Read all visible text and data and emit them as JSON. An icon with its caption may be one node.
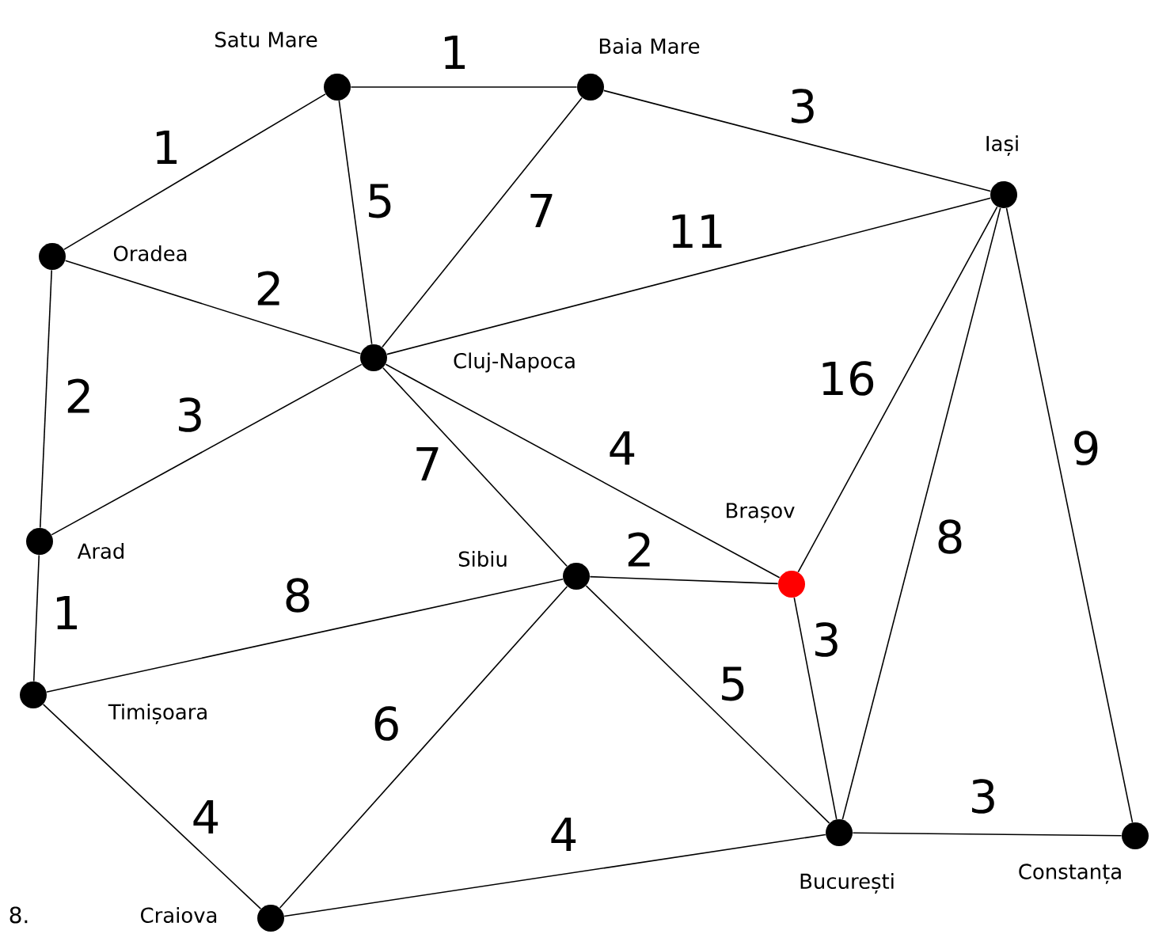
{
  "diagram": {
    "nodes": [
      {
        "text": [],
        "shape": "circle",
        "beside": [
          "Satu Mare"
        ]
      },
      {
        "text": [],
        "shape": "circle",
        "beside": [
          "Baia Mare"
        ]
      },
      {
        "text": [],
        "shape": "circle",
        "beside": [
          "Iași"
        ]
      },
      {
        "text": [],
        "shape": "circle",
        "beside": [
          "Oradea"
        ]
      },
      {
        "text": [],
        "shape": "circle",
        "beside": [
          "Cluj-Napoca"
        ]
      },
      {
        "text": [],
        "shape": "circle",
        "beside": [
          "Arad"
        ]
      },
      {
        "text": [],
        "shape": "circle",
        "beside": [
          "Sibiu"
        ]
      },
      {
        "text": [],
        "shape": "circle",
        "beside": [
          "Brașov"
        ]
      },
      {
        "text": [],
        "shape": "circle",
        "beside": [
          "Timișoara"
        ]
      },
      {
        "text": [],
        "shape": "circle",
        "beside": [
          "Craiova"
        ]
      },
      {
        "text": [],
        "shape": "circle",
        "beside": [
          "București"
        ]
      },
      {
        "text": [],
        "shape": "circle",
        "beside": [
          "Constanța"
        ]
      }
    ],
    "edges": [
      {
        "from": 0,
        "to": 1,
        "arrow": "none",
        "label": "1"
      },
      {
        "from": 0,
        "to": 3,
        "arrow": "none",
        "label": "1"
      },
      {
        "from": 0,
        "to": 4,
        "arrow": "none",
        "label": "5"
      },
      {
        "from": 1,
        "to": 4,
        "arrow": "none",
        "label": "7"
      },
      {
        "from": 1,
        "to": 2,
        "arrow": "none",
        "label": "3"
      },
      {
        "from": 4,
        "to": 2,
        "arrow": "none",
        "label": "11"
      },
      {
        "from": 3,
        "to": 4,
        "arrow": "none",
        "label": "2"
      },
      {
        "from": 3,
        "to": 5,
        "arrow": "none",
        "label": "2"
      },
      {
        "from": 5,
        "to": 4,
        "arrow": "none",
        "label": "3"
      },
      {
        "from": 4,
        "to": 6,
        "arrow": "none",
        "label": "7"
      },
      {
        "from": 4,
        "to": 7,
        "arrow": "none",
        "label": "4"
      },
      {
        "from": 2,
        "to": 7,
        "arrow": "none",
        "label": "16"
      },
      {
        "from": 2,
        "to": 10,
        "arrow": "none",
        "label": "8"
      },
      {
        "from": 2,
        "to": 11,
        "arrow": "none",
        "label": "9"
      },
      {
        "from": 5,
        "to": 8,
        "arrow": "none",
        "label": "1"
      },
      {
        "from": 8,
        "to": 6,
        "arrow": "none",
        "label": "8"
      },
      {
        "from": 6,
        "to": 7,
        "arrow": "none",
        "label": "2"
      },
      {
        "from": 6,
        "to": 10,
        "arrow": "none",
        "label": "5"
      },
      {
        "from": 7,
        "to": 10,
        "arrow": "none",
        "label": "3"
      },
      {
        "from": 8,
        "to": 9,
        "arrow": "none",
        "label": "4"
      },
      {
        "from": 9,
        "to": 6,
        "arrow": "none",
        "label": "6"
      },
      {
        "from": 9,
        "to": 10,
        "arrow": "none",
        "label": "4"
      },
      {
        "from": 10,
        "to": 11,
        "arrow": "none",
        "label": "3"
      }
    ],
    "labels": [
      "8."
    ]
  }
}
